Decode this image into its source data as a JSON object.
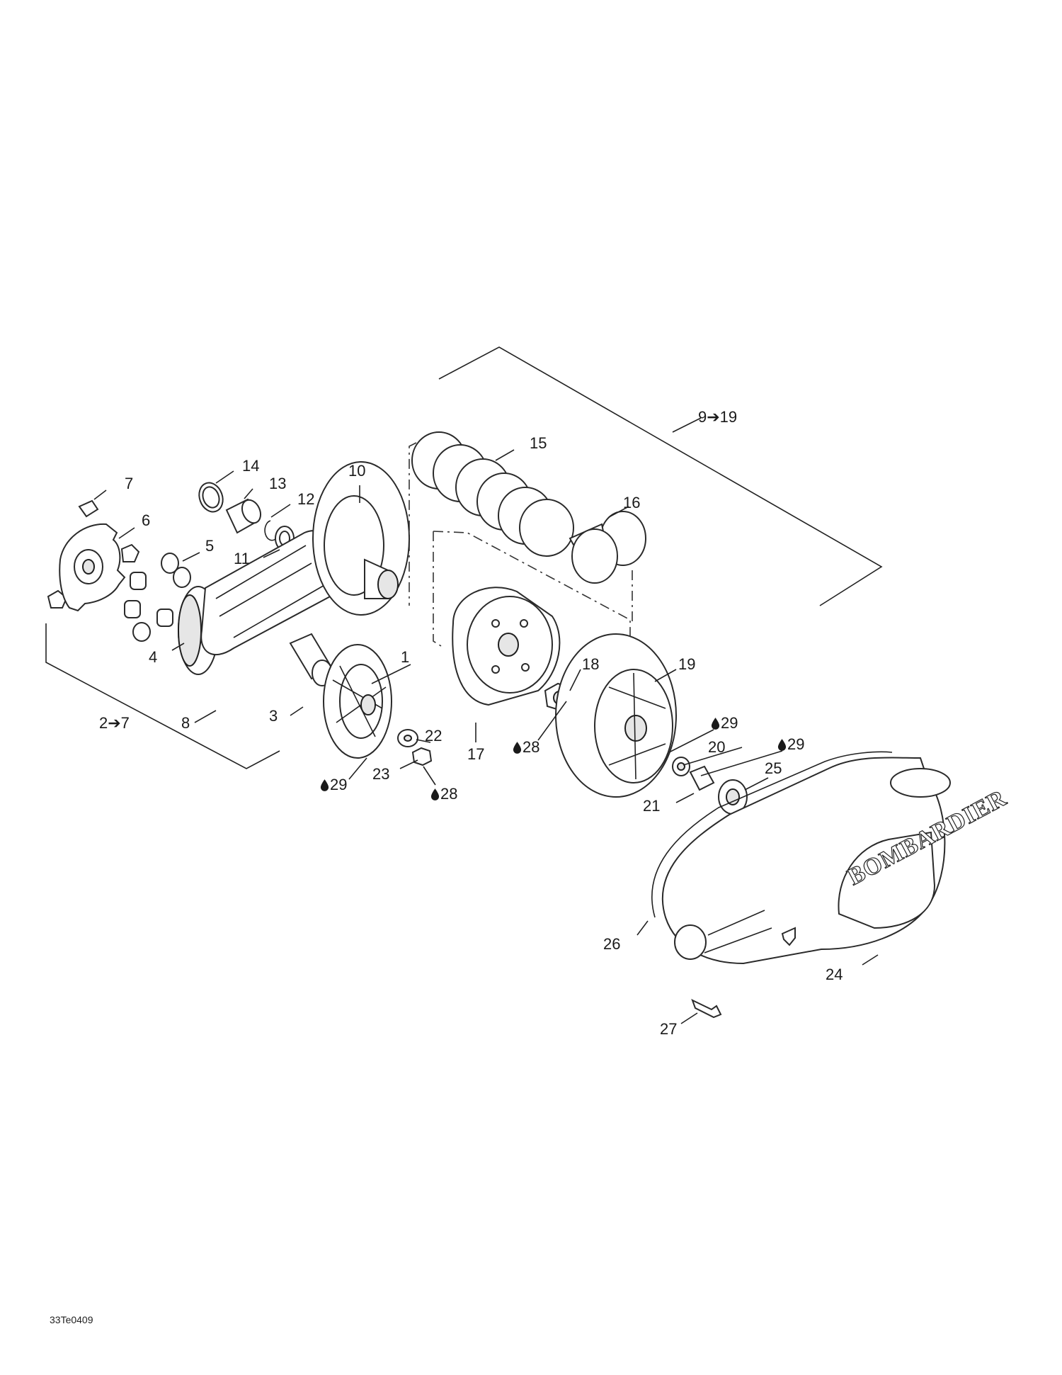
{
  "figure_code": "33Te0409",
  "brand_logo_text": "BOMBARDIER",
  "groups": {
    "left": "2➔7",
    "right": "9➔19"
  },
  "callouts": {
    "c1": "1",
    "c3": "3",
    "c4": "4",
    "c5": "5",
    "c6": "6",
    "c7": "7",
    "c8": "8",
    "c10": "10",
    "c11": "11",
    "c12": "12",
    "c13": "13",
    "c14": "14",
    "c15": "15",
    "c16": "16",
    "c17": "17",
    "c18": "18",
    "c19": "19",
    "c20": "20",
    "c21": "21",
    "c22": "22",
    "c23": "23",
    "c24": "24",
    "c25": "25",
    "c26": "26",
    "c27": "27",
    "c28a": "28",
    "c28b": "28",
    "c29a": "29",
    "c29b": "29",
    "c29c": "29"
  },
  "icons": {
    "lubricant": "oil-drop-icon"
  }
}
